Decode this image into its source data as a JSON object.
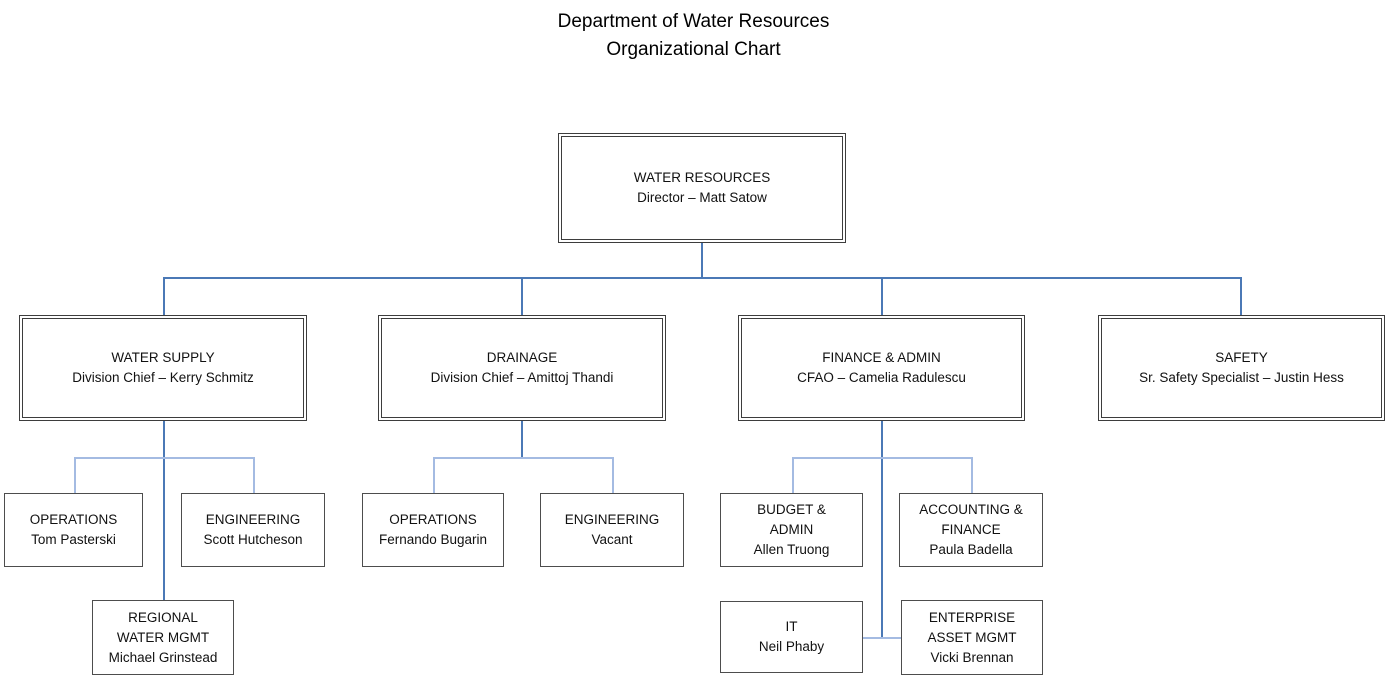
{
  "title": {
    "line1": "Department of Water Resources",
    "line2": "Organizational Chart"
  },
  "colors": {
    "connector_primary": "#4b79b6",
    "connector_secondary": "#a4bbe2",
    "box_border": "#3d3d3d",
    "text": "#111111"
  },
  "nodes": {
    "director": {
      "dept": "WATER RESOURCES",
      "person": "Director – Matt Satow"
    },
    "water_supply": {
      "dept": "WATER SUPPLY",
      "person": "Division Chief – Kerry Schmitz"
    },
    "drainage": {
      "dept": "DRAINAGE",
      "person": "Division Chief – Amittoj Thandi"
    },
    "finance_admin": {
      "dept": "FINANCE & ADMIN",
      "person": "CFAO – Camelia Radulescu"
    },
    "safety": {
      "dept": "SAFETY",
      "person": "Sr. Safety Specialist – Justin Hess"
    },
    "ws_operations": {
      "dept": "OPERATIONS",
      "person": "Tom Pasterski"
    },
    "ws_engineering": {
      "dept": "ENGINEERING",
      "person": "Scott Hutcheson"
    },
    "regional_water_mgmt": {
      "dept": "REGIONAL\nWATER MGMT",
      "person": "Michael Grinstead"
    },
    "dr_operations": {
      "dept": "OPERATIONS",
      "person": "Fernando Bugarin"
    },
    "dr_engineering": {
      "dept": "ENGINEERING",
      "person": "Vacant"
    },
    "budget_admin": {
      "dept": "BUDGET &\nADMIN",
      "person": "Allen Truong"
    },
    "accounting_finance": {
      "dept": "ACCOUNTING &\nFINANCE",
      "person": "Paula Badella"
    },
    "it": {
      "dept": "IT",
      "person": "Neil Phaby"
    },
    "enterprise_asset_mgmt": {
      "dept": "ENTERPRISE\nASSET MGMT",
      "person": "Vicki Brennan"
    }
  }
}
